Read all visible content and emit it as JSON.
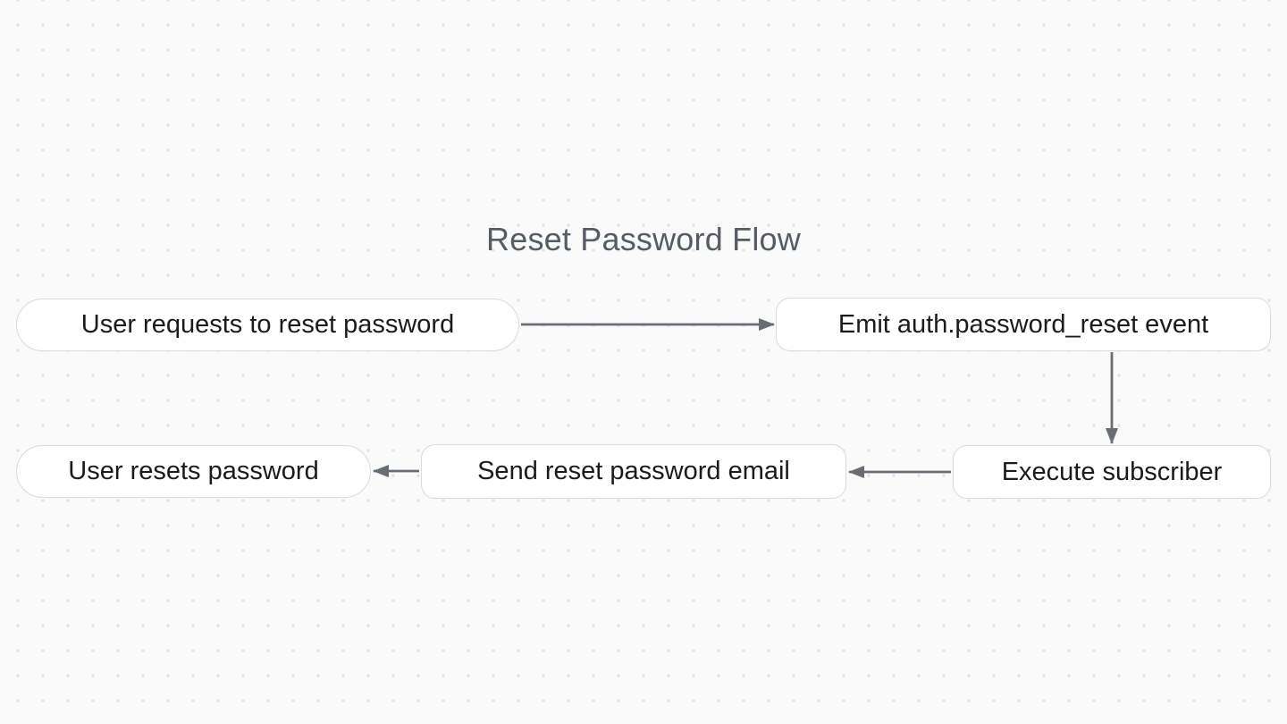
{
  "diagram": {
    "title": "Reset Password Flow",
    "nodes": [
      {
        "id": "start",
        "label": "User requests to reset password",
        "shape": "stadium"
      },
      {
        "id": "emit_event",
        "label": "Emit auth.password_reset event",
        "shape": "rounded-rect"
      },
      {
        "id": "execute_subscriber",
        "label": "Execute subscriber",
        "shape": "rounded-rect"
      },
      {
        "id": "send_email",
        "label": "Send reset password email",
        "shape": "rounded-rect"
      },
      {
        "id": "end",
        "label": "User resets password",
        "shape": "stadium"
      }
    ],
    "edges": [
      {
        "from": "start",
        "to": "emit_event",
        "direction": "right"
      },
      {
        "from": "emit_event",
        "to": "execute_subscriber",
        "direction": "down"
      },
      {
        "from": "execute_subscriber",
        "to": "send_email",
        "direction": "left"
      },
      {
        "from": "send_email",
        "to": "end",
        "direction": "left"
      }
    ],
    "colors": {
      "canvas_background": "#fafafa",
      "grid_dot": "#e2e2e5",
      "node_fill": "#ffffff",
      "node_border": "#d9d9de",
      "node_text": "#1a1b1f",
      "title_text": "#565b66",
      "edge": "#6b6d74"
    }
  }
}
